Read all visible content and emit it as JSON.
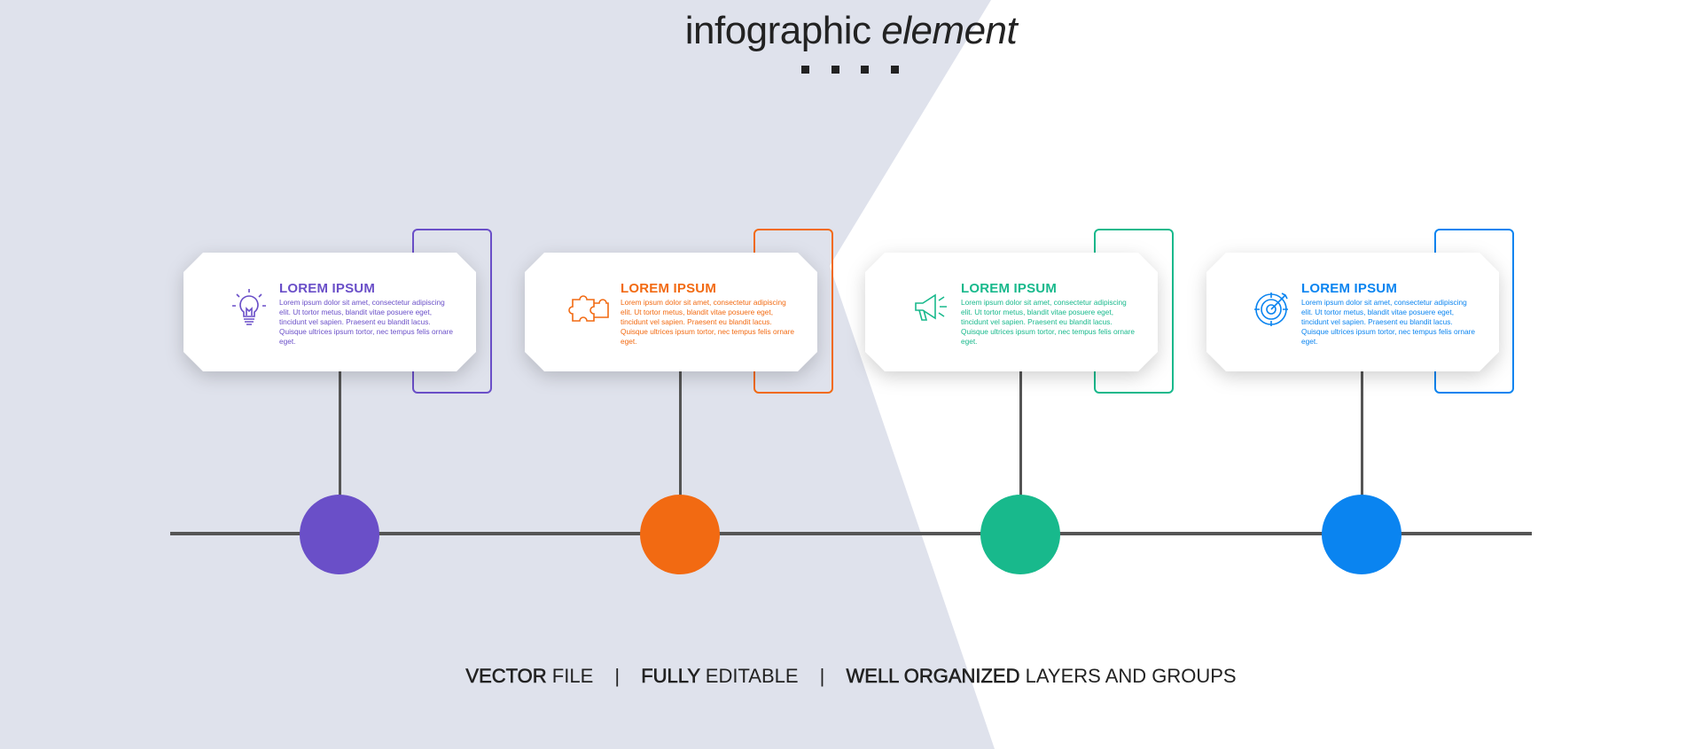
{
  "title": {
    "bold": "infographic",
    "italic": "element"
  },
  "colors": {
    "background_left": "#dfe2ec",
    "background_right": "#ffffff",
    "line": "#555555",
    "text": "#222222"
  },
  "steps": [
    {
      "heading": "LOREM IPSUM",
      "body": "Lorem ipsum dolor sit amet, consectetur adipiscing elit. Ut tortor metus, blandit vitae posuere eget, tincidunt vel sapien. Praesent eu blandit lacus. Quisque ultrices ipsum tortor, nec tempus felis ornare eget.",
      "icon": "lightbulb-icon",
      "color": "#6a4fc8"
    },
    {
      "heading": "LOREM IPSUM",
      "body": "Lorem ipsum dolor sit amet, consectetur adipiscing elit. Ut tortor metus, blandit vitae posuere eget, tincidunt vel sapien. Praesent eu blandit lacus. Quisque ultrices ipsum tortor, nec tempus felis ornare eget.",
      "icon": "puzzle-icon",
      "color": "#f26a12"
    },
    {
      "heading": "LOREM IPSUM",
      "body": "Lorem ipsum dolor sit amet, consectetur adipiscing elit. Ut tortor metus, blandit vitae posuere eget, tincidunt vel sapien. Praesent eu blandit lacus. Quisque ultrices ipsum tortor, nec tempus felis ornare eget.",
      "icon": "megaphone-icon",
      "color": "#18b98c"
    },
    {
      "heading": "LOREM IPSUM",
      "body": "Lorem ipsum dolor sit amet, consectetur adipiscing elit. Ut tortor metus, blandit vitae posuere eget, tincidunt vel sapien. Praesent eu blandit lacus. Quisque ultrices ipsum tortor, nec tempus felis ornare eget.",
      "icon": "target-icon",
      "color": "#0a84f0"
    }
  ],
  "footer": {
    "part1_bold": "VECTOR",
    "part1_rest": " FILE",
    "sep1": "|",
    "part2_bold": "FULLY",
    "part2_rest": " EDITABLE",
    "sep2": "|",
    "part3_bold": "WELL ORGANIZED",
    "part3_rest": " LAYERS AND GROUPS"
  }
}
